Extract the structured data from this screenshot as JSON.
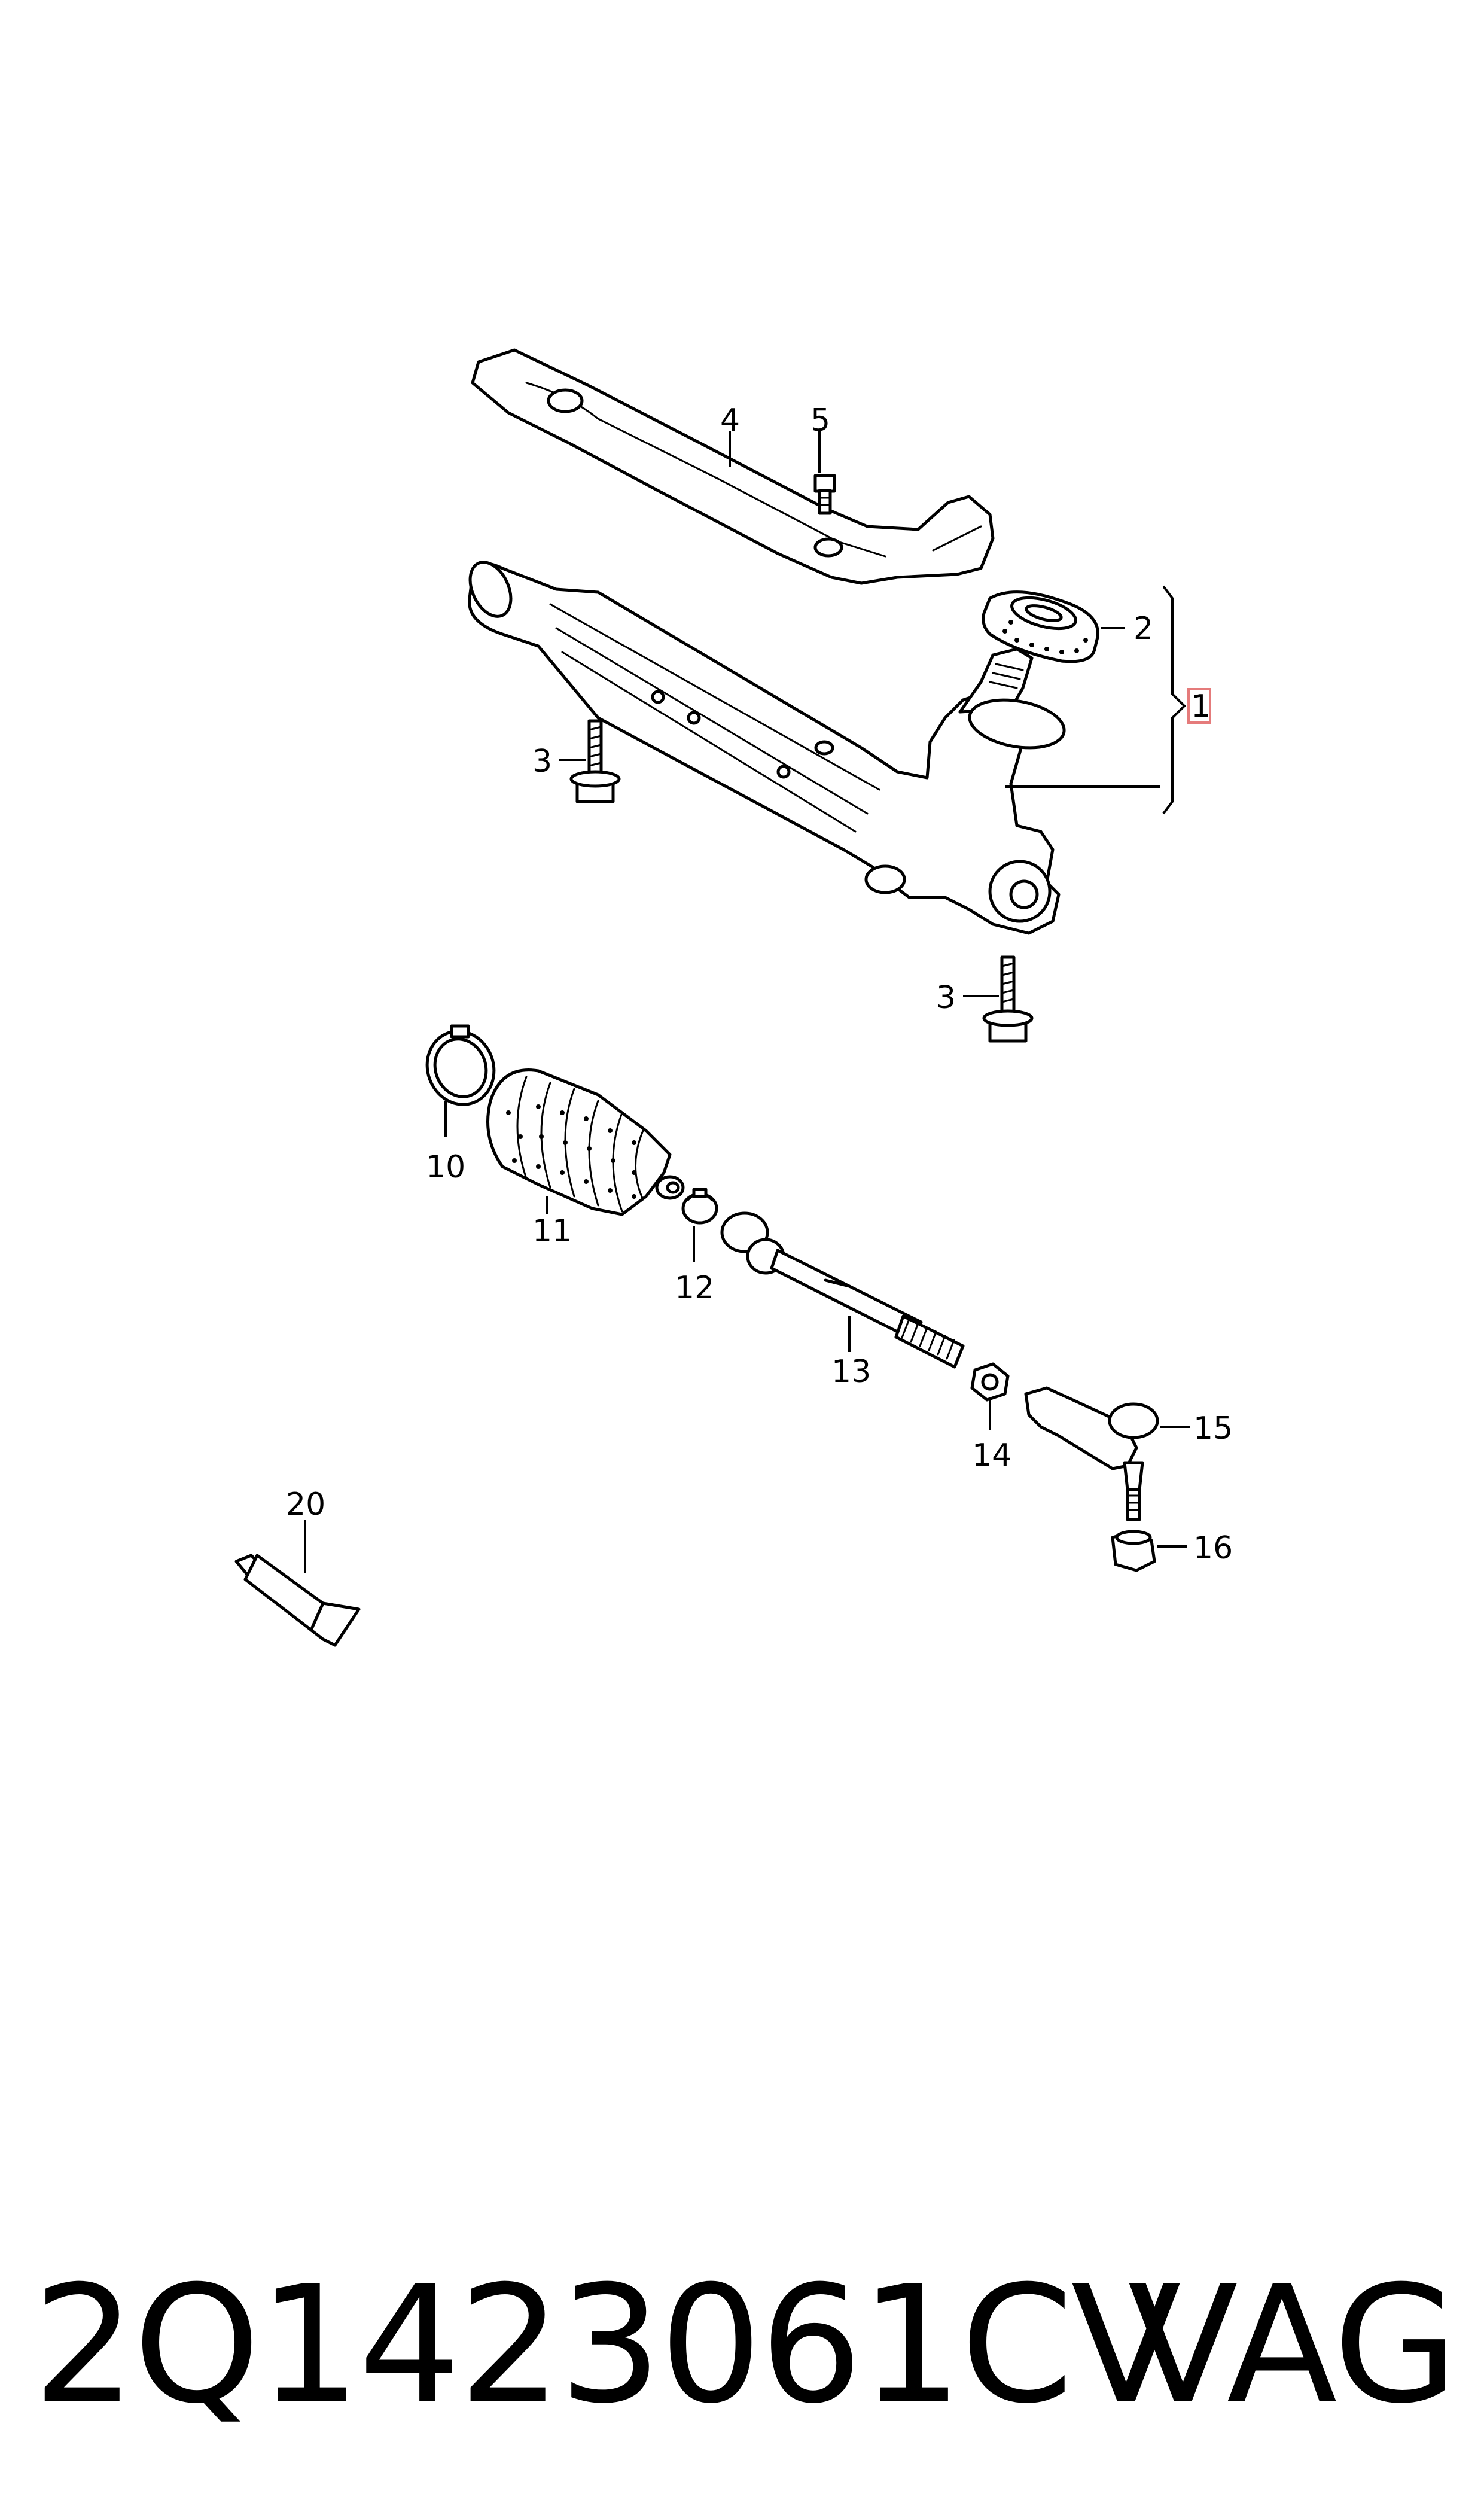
{
  "diagram": {
    "callouts": [
      "1",
      "2",
      "3",
      "3",
      "4",
      "5",
      "10",
      "11",
      "12",
      "13",
      "14",
      "15",
      "16",
      "20"
    ],
    "highlighted_callout": "1",
    "highlight_color": "#e57b7b"
  },
  "footer": {
    "part_number": "2Q1423061CV",
    "brand": "VAG"
  }
}
